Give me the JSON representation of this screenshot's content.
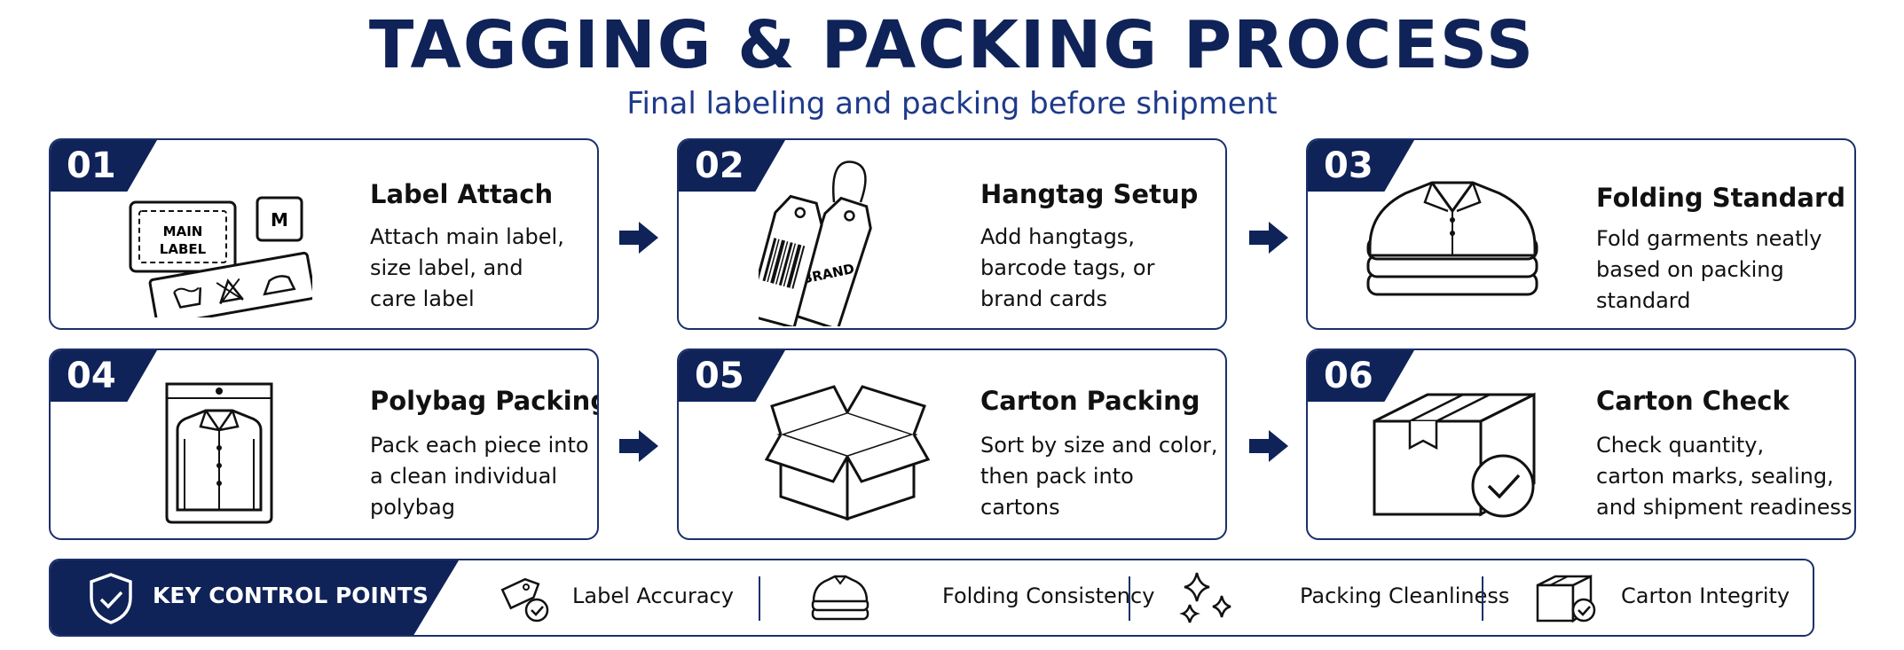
{
  "header": {
    "title": "TAGGING & PACKING PROCESS",
    "subtitle": "Final labeling and packing before shipment"
  },
  "steps": [
    {
      "number": "01",
      "title": "Label Attach",
      "lines": [
        "Attach main label,",
        "size label, and",
        "care label"
      ],
      "icon": "label-icon",
      "icon_text": [
        "MAIN",
        "LABEL",
        "M"
      ]
    },
    {
      "number": "02",
      "title": "Hangtag Setup",
      "lines": [
        "Add hangtags,",
        "barcode tags, or",
        "brand cards"
      ],
      "icon": "hangtag-icon",
      "icon_text": [
        "BRAND"
      ]
    },
    {
      "number": "03",
      "title": "Folding Standard",
      "lines": [
        "Fold garments neatly",
        "based on packing",
        "standard"
      ],
      "icon": "folded-shirts-icon"
    },
    {
      "number": "04",
      "title": "Polybag Packing",
      "lines": [
        "Pack each piece into",
        "a clean individual",
        "polybag"
      ],
      "icon": "polybag-shirt-icon"
    },
    {
      "number": "05",
      "title": "Carton Packing",
      "lines": [
        "Sort by size and color,",
        "then pack into",
        "cartons"
      ],
      "icon": "open-box-icon"
    },
    {
      "number": "06",
      "title": "Carton Check",
      "lines": [
        "Check quantity,",
        "carton marks, sealing,",
        "and shipment readiness"
      ],
      "icon": "box-check-icon"
    }
  ],
  "control_points": {
    "heading": "KEY CONTROL POINTS",
    "heading_icon": "shield-check-icon",
    "items": [
      {
        "label": "Label Accuracy",
        "icon": "tag-check-icon"
      },
      {
        "label": "Folding Consistency",
        "icon": "folded-stack-icon"
      },
      {
        "label": "Packing Cleanliness",
        "icon": "sparkle-icon"
      },
      {
        "label": "Carton Integrity",
        "icon": "carton-check-icon"
      }
    ]
  },
  "colors": {
    "navy": "#0f2359",
    "border": "#1c2f6b",
    "subtitle": "#1e3a8a"
  }
}
